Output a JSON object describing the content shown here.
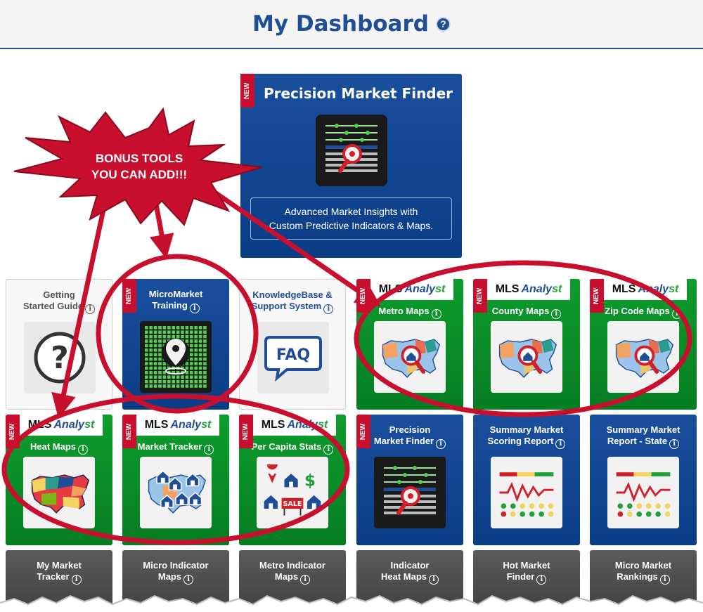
{
  "header": {
    "title": "My Dashboard",
    "help_glyph": "?"
  },
  "new_label": "NEW",
  "info_glyph": "i",
  "featured": {
    "title": "Precision Market Finder",
    "description_line1": "Advanced Market Insights with",
    "description_line2": "Custom Predictive Indicators & Maps."
  },
  "callout": {
    "line1": "BONUS TOOLS",
    "line2": "YOU CAN ADD!!!"
  },
  "logo": {
    "mls": "MLS",
    "analyst_a": "Analy",
    "analyst_b": "st"
  },
  "row1": [
    {
      "title_1": "Getting",
      "title_2": "Started Guide",
      "icon": "question-icon"
    },
    {
      "title_1": "MicroMarket",
      "title_2": "Training",
      "icon": "map-pin-grid-icon"
    },
    {
      "title_1": "KnowledgeBase &",
      "title_2": "Support System",
      "icon": "faq-bubble-icon",
      "faq": "FAQ"
    },
    {
      "title": "Metro Maps",
      "icon": "us-map-search-icon"
    },
    {
      "title": "County Maps",
      "icon": "us-map-search-icon"
    },
    {
      "title": "Zip Code Maps",
      "icon": "us-map-search-icon"
    }
  ],
  "row2": [
    {
      "title": "Heat Maps",
      "icon": "us-heat-map-icon"
    },
    {
      "title": "Market Tracker",
      "icon": "house-map-icon"
    },
    {
      "title": "Per Capita Stats",
      "icon": "sale-houses-icon",
      "sale": "SALE"
    },
    {
      "title_1": "Precision",
      "title_2": "Market Finder",
      "icon": "sliders-search-icon"
    },
    {
      "title_1": "Summary Market",
      "title_2": "Scoring Report",
      "icon": "score-chart-icon"
    },
    {
      "title_1": "Summary Market",
      "title_2": "Report - State",
      "icon": "score-chart-icon"
    }
  ],
  "row3": [
    {
      "title_1": "My Market",
      "title_2": "Tracker"
    },
    {
      "title_1": "Micro Indicator",
      "title_2": "Maps"
    },
    {
      "title_1": "Metro Indicator",
      "title_2": "Maps"
    },
    {
      "title_1": "Indicator",
      "title_2": "Heat Maps"
    },
    {
      "title_1": "Hot Market",
      "title_2": "Finder"
    },
    {
      "title_1": "Micro Market",
      "title_2": "Rankings"
    }
  ],
  "colors": {
    "brand_blue": "#1f4e96",
    "tile_green": "#0e9d2e",
    "annotation_red": "#c8102e"
  }
}
